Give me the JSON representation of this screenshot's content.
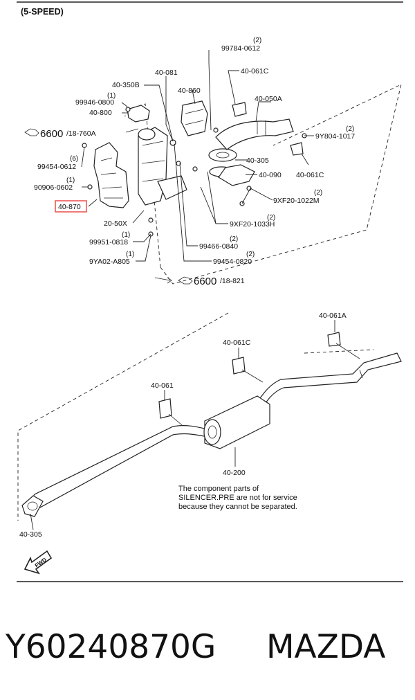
{
  "diagram": {
    "title": "(5-SPEED)",
    "highlight_color": "#e8423c",
    "labels": {
      "l_99784_0612": "99784-0612",
      "l_40_081": "40-081",
      "l_40_061c_top": "40-061C",
      "l_40_350b": "40-350B",
      "l_40_860": "40-860",
      "l_99946_0800": "99946-0800",
      "l_40_800": "40-800",
      "l_40_050a": "40-050A",
      "l_6600_1": "6600",
      "l_18_760a": "/18-760A",
      "l_9y804_1017": "9Y804-1017",
      "l_99454_0612": "99454-0612",
      "l_40_305_top": "40-305",
      "l_40_061c_mid": "40-061C",
      "l_40_090": "40-090",
      "l_90906_0602": "90906-0602",
      "l_9xf20_1022m": "9XF20-1022M",
      "l_40_870": "40-870",
      "l_20_50x": "20-50X",
      "l_9xf20_1033h": "9XF20-1033H",
      "l_99951_0818": "99951-0818",
      "l_99466_0840": "99466-0840",
      "l_9ya02_a805": "9YA02-A805",
      "l_99454_0820": "99454-0820",
      "l_6600_2": "6600",
      "l_18_821": "/18-821",
      "l_40_061a": "40-061A",
      "l_40_061c_low": "40-061C",
      "l_40_061": "40-061",
      "l_40_200": "40-200",
      "l_40_305_low": "40-305"
    },
    "quantities": {
      "q_99784": "(2)",
      "q_99946": "(1)",
      "q_9y804": "(2)",
      "q_99454_0612": "(6)",
      "q_90906": "(1)",
      "q_9xf20_1022m": "(2)",
      "q_9xf20_1033h": "(2)",
      "q_99951": "(1)",
      "q_99466": "(2)",
      "q_9ya02": "(1)",
      "q_99454_0820": "(2)"
    },
    "note_lines": [
      "The component parts of",
      "SILENCER.PRE are not for service",
      "because they cannot be separated."
    ],
    "fwd_label": "FWD"
  },
  "caption": {
    "part_number": "Y60240870G",
    "brand": "MAZDA"
  }
}
